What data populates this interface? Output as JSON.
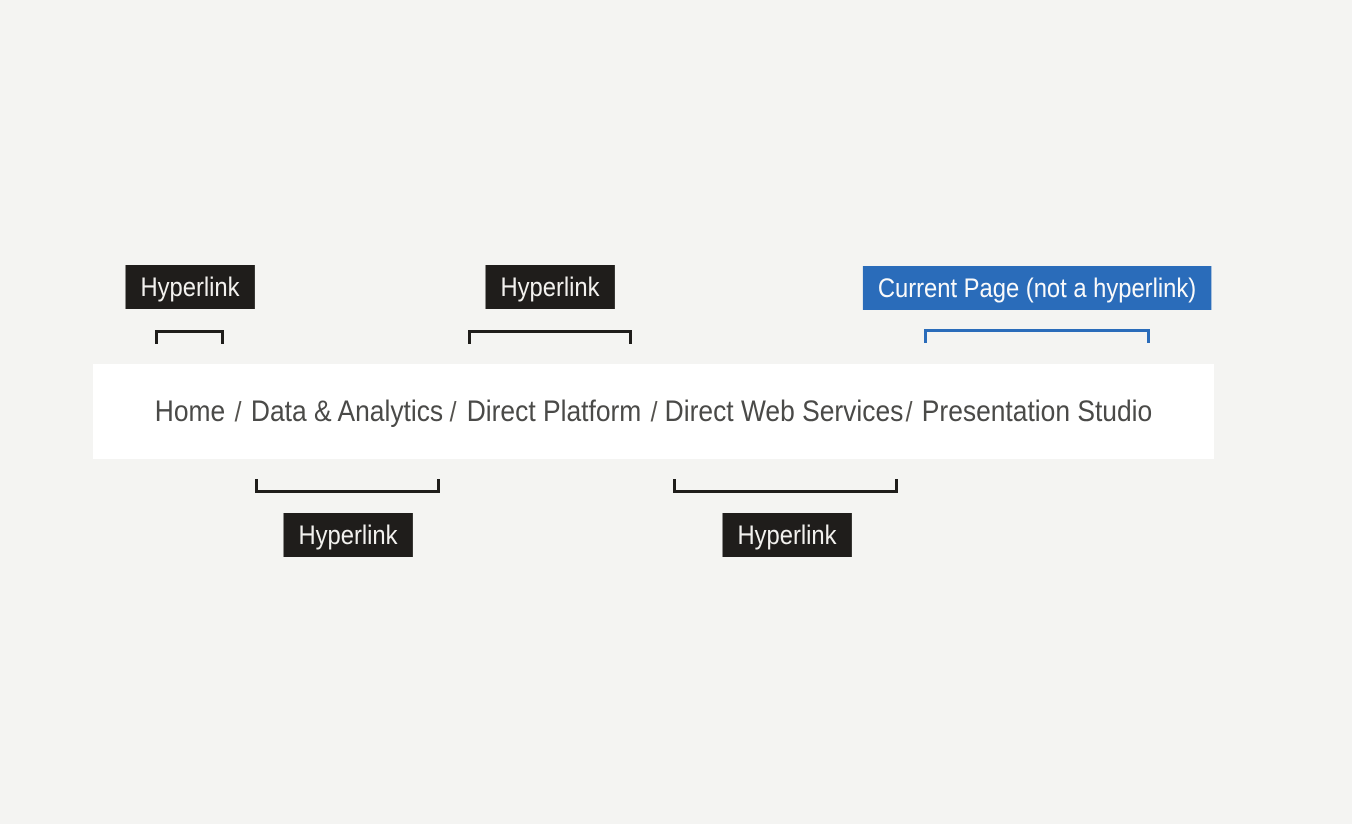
{
  "colors": {
    "page_background": "#f4f4f2",
    "breadcrumb_background": "#ffffff",
    "breadcrumb_text": "#4a4a48",
    "annotation_dark": "#1f1d1b",
    "annotation_blue": "#2a6cba"
  },
  "breadcrumb": {
    "separator": "/",
    "items": [
      {
        "label": "Home",
        "type": "hyperlink"
      },
      {
        "label": "Data & Analytics",
        "type": "hyperlink"
      },
      {
        "label": "Direct Platform",
        "type": "hyperlink"
      },
      {
        "label": "Direct Web Services",
        "type": "hyperlink"
      },
      {
        "label": "Presentation Studio",
        "type": "current-page"
      }
    ]
  },
  "annotations": {
    "top": [
      {
        "label": "Hyperlink",
        "target": "Home"
      },
      {
        "label": "Hyperlink",
        "target": "Direct Platform"
      },
      {
        "label": "Current Page (not a hyperlink)",
        "target": "Presentation Studio"
      }
    ],
    "bottom": [
      {
        "label": "Hyperlink",
        "target": "Data & Analytics"
      },
      {
        "label": "Hyperlink",
        "target": "Direct Web Services"
      }
    ]
  }
}
